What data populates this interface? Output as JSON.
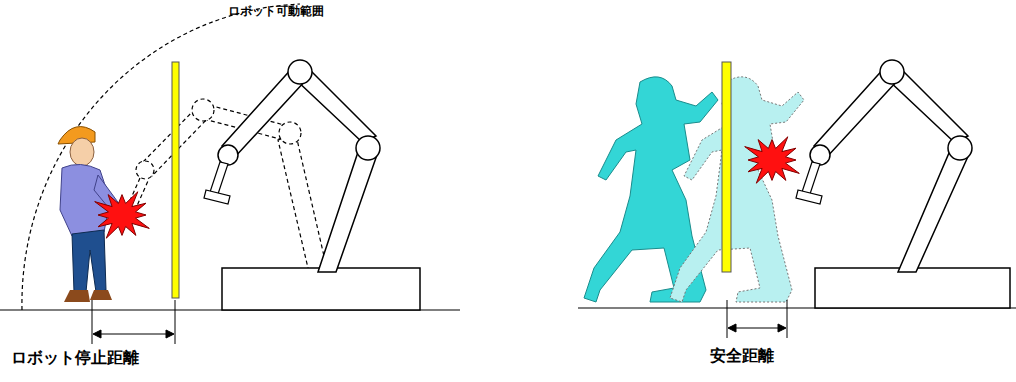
{
  "diagram": {
    "labels": [
      "ロボット可動範囲",
      "ロボット停止距離",
      "安全距離"
    ]
  }
}
